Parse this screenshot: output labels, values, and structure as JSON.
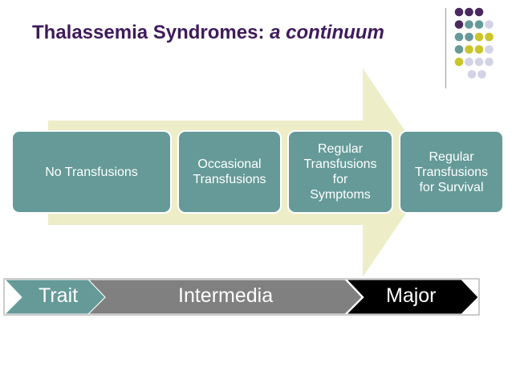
{
  "title": {
    "main": "Thalassemia Syndromes:",
    "emphasis": "a continuum"
  },
  "colors": {
    "title": "#3f1a5c",
    "box": "#659a98",
    "arrow": "#ededc8",
    "trait": "#659a98",
    "intermedia": "#808080",
    "major": "#000000",
    "dot_purple": "#4a2a5e",
    "dot_teal": "#659a98",
    "dot_yellow": "#c9c52a",
    "dot_lavender": "#d3d3e6"
  },
  "boxes": [
    {
      "label": "No Transfusions"
    },
    {
      "label": "Occasional\nTransfusions"
    },
    {
      "label": "Regular\nTransfusions\nfor\nSymptoms"
    },
    {
      "label": "Regular\nTransfusions\nfor Survival"
    }
  ],
  "stages": [
    {
      "label": "Trait"
    },
    {
      "label": "Intermedia"
    },
    {
      "label": "Major"
    }
  ],
  "decor": {
    "dot_grid_colors": [
      [
        "dot_purple",
        "dot_purple",
        "dot_purple"
      ],
      [
        "dot_purple",
        "dot_teal",
        "dot_teal",
        "dot_lavender"
      ],
      [
        "dot_teal",
        "dot_teal",
        "dot_yellow",
        "dot_yellow"
      ],
      [
        "dot_teal",
        "dot_yellow",
        "dot_yellow",
        "dot_lavender"
      ],
      [
        "dot_yellow",
        "dot_lavender",
        "dot_lavender",
        "dot_lavender"
      ],
      [
        "dot_lavender",
        "dot_lavender"
      ]
    ]
  }
}
